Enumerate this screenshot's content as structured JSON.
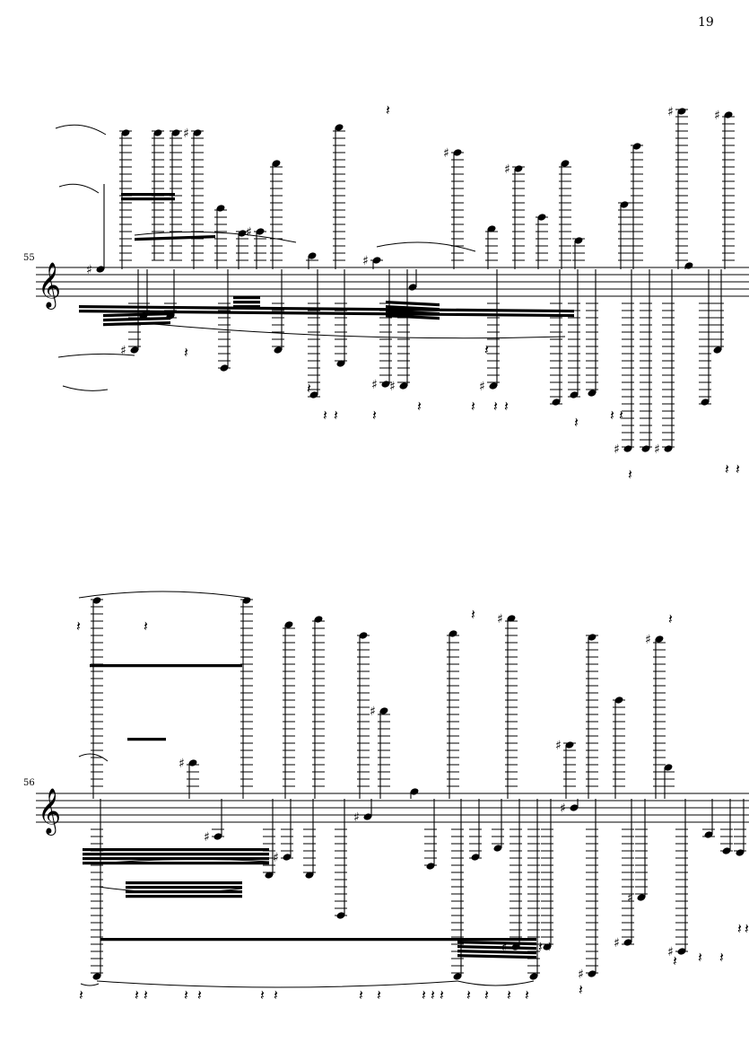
{
  "page": {
    "number": "19"
  },
  "systems": [
    {
      "measure_number": "55",
      "clef": "treble-clef"
    },
    {
      "measure_number": "56",
      "clef": "treble-clef"
    }
  ],
  "ink_color": "#000000"
}
